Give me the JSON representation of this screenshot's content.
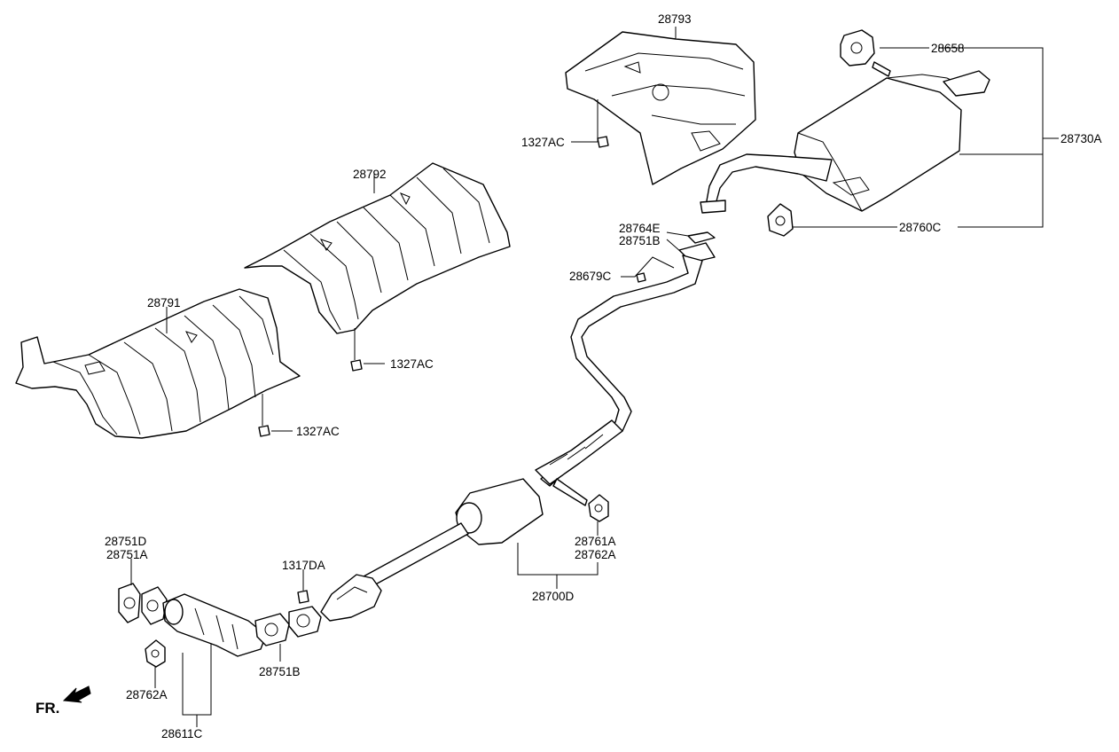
{
  "labels": {
    "p28793": "28793",
    "p28658": "28658",
    "p28730A": "28730A",
    "p1327AC_a": "1327AC",
    "p28792": "28792",
    "p28764E": "28764E",
    "p28751B_a": "28751B",
    "p28760C": "28760C",
    "p28679C": "28679C",
    "p28791": "28791",
    "p1327AC_b": "1327AC",
    "p1327AC_c": "1327AC",
    "p28751D": "28751D",
    "p28751A": "28751A",
    "p1317DA": "1317DA",
    "p28761A": "28761A",
    "p28762A_a": "28762A",
    "p28700D": "28700D",
    "p28751B_b": "28751B",
    "p28762A_b": "28762A",
    "p28611C": "28611C"
  },
  "direction": {
    "text": "FR.",
    "arrow_icon": "front-direction-arrow-icon"
  }
}
